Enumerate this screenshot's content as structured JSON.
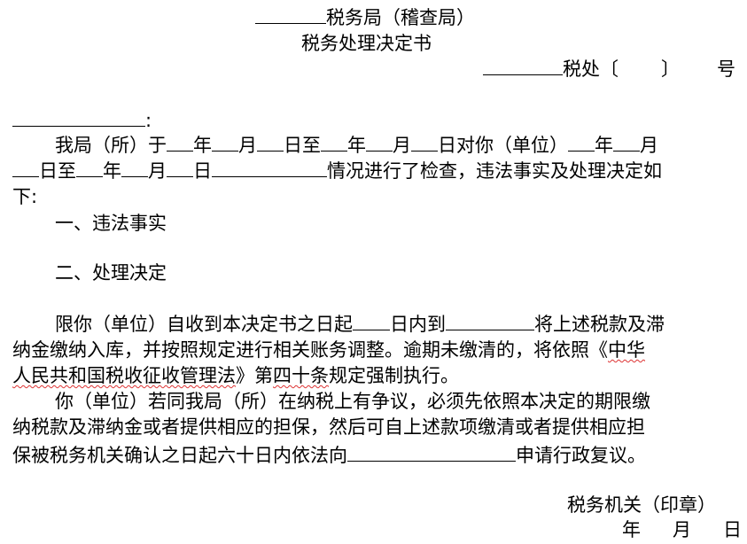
{
  "header": {
    "authority_suffix": "税务局（稽查局）",
    "doc_title": "税务处理决定书",
    "number_mid": "税处〔",
    "number_close": "〕",
    "number_suffix": "号"
  },
  "recipient_colon": ":",
  "para1": {
    "t1": "我局（所）于",
    "t2": "年",
    "t3": "月",
    "t4": "日至",
    "t5": "年",
    "t6": "月",
    "t7": "日对你（单位）",
    "t8": "年",
    "t9": "月",
    "t10": "日至",
    "t11": "年",
    "t12": "月",
    "t13": "日",
    "t14": "情况进行了检查，违法事实及处理决定如",
    "t15": "下:"
  },
  "section1": "一、违法事实",
  "section2": "二、处理决定",
  "para2": {
    "a1": "限你（单位）自收到本决定书之日起",
    "a2": "日内到",
    "a3": "将上述税款及滞",
    "b1": "纳金缴纳入库，并按照规定进行相关账务调整。逾期未缴清的，将依照《",
    "b2": "中华",
    "c1": "人民共和国税收征收管理法",
    "c2": "》第",
    "c3": "四十条",
    "c4": "规定强制执行。"
  },
  "para3": {
    "l1": "你（单位）若同我局（所）在纳税上有争议，必须先依照本决定的期限缴",
    "l2": "纳税款及滞纳金或者提供相应的担保，然后可自上述款项缴清或者提供相应担",
    "l3a": "保被税务机关确认之日起六十日内依法向",
    "l3b": "申请行政复议。"
  },
  "signature": {
    "org": "税务机关（印章）",
    "year": "年",
    "month": "月",
    "day": "日"
  }
}
